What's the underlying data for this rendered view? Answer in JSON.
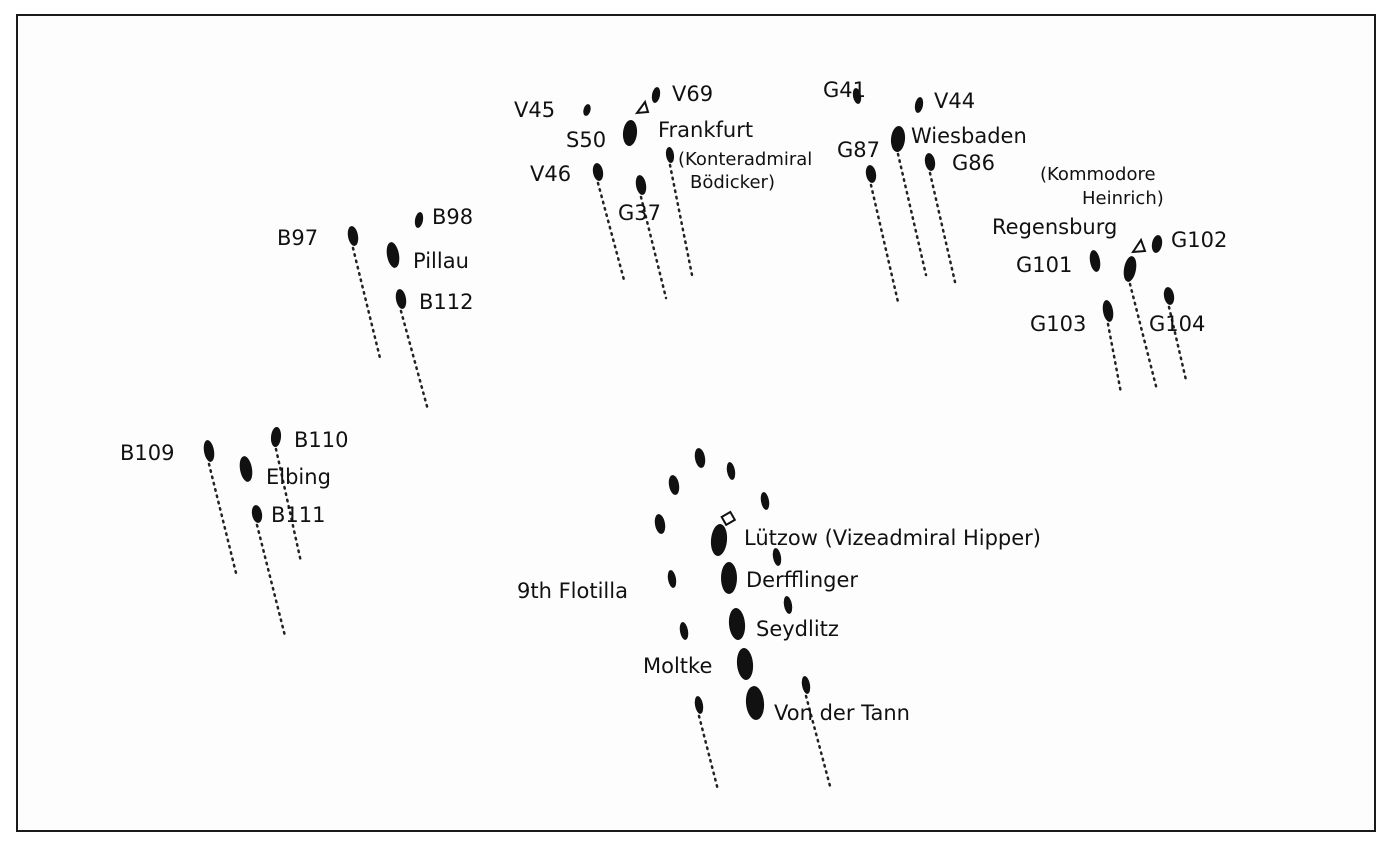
{
  "diagram": {
    "colors": {
      "ink": "#111111",
      "paper": "#fdfdfd"
    },
    "labels": {
      "v45": "V45",
      "v69": "V69",
      "s50": "S50",
      "frankfurt": "Frankfurt",
      "konteradmiral": "(Konteradmiral",
      "bodicker": "Bödicker)",
      "v46": "V46",
      "g37": "G37",
      "g41": "G41",
      "v44": "V44",
      "wiesbaden": "Wiesbaden",
      "g87": "G87",
      "g86": "G86",
      "kommodore": "(Kommodore",
      "heinrich": "Heinrich)",
      "regensburg": "Regensburg",
      "g101": "G101",
      "g102": "G102",
      "g103": "G103",
      "g104": "G104",
      "b97": "B97",
      "b98": "B98",
      "pillau": "Pillau",
      "b112": "B112",
      "b109": "B109",
      "b110": "B110",
      "elbing": "Elbing",
      "b111": "B111",
      "lutzow": "Lützow (Vizeadmiral Hipper)",
      "derfflinger": "Derfflinger",
      "ninth_flotilla": "9th Flotilla",
      "seydlitz": "Seydlitz",
      "moltke": "Moltke",
      "von_der_tann": "Von der Tann"
    }
  }
}
